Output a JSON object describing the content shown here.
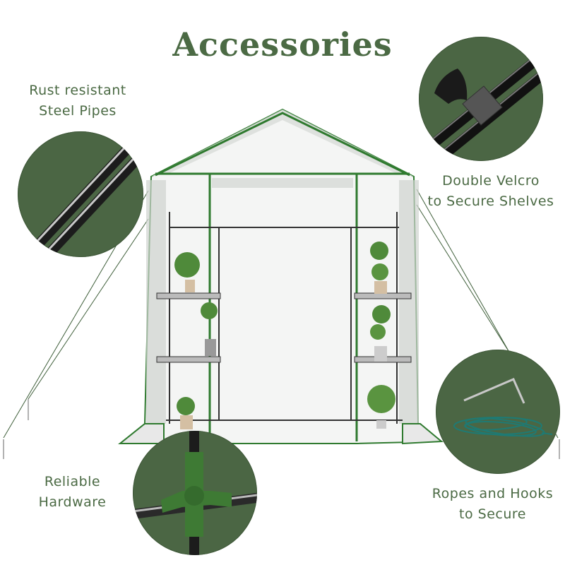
{
  "title": "Accessories",
  "features": [
    {
      "id": "steel-pipes",
      "line1": "Rust resistant",
      "line2": "Steel Pipes",
      "icon": "steel-pipes-icon"
    },
    {
      "id": "velcro",
      "line1": "Double Velcro",
      "line2": "to Secure Shelves",
      "icon": "velcro-strap-icon"
    },
    {
      "id": "hardware",
      "line1": "Reliable",
      "line2": "Hardware",
      "icon": "pipe-connector-icon"
    },
    {
      "id": "ropes",
      "line1": "Ropes and Hooks",
      "line2": "to Secure",
      "icon": "rope-hook-icon"
    }
  ],
  "colors": {
    "text_green": "#4b6a44",
    "circle_green": "#4b6644",
    "frame_green": "#2f7a2f",
    "rope_teal": "#1f7a73"
  }
}
